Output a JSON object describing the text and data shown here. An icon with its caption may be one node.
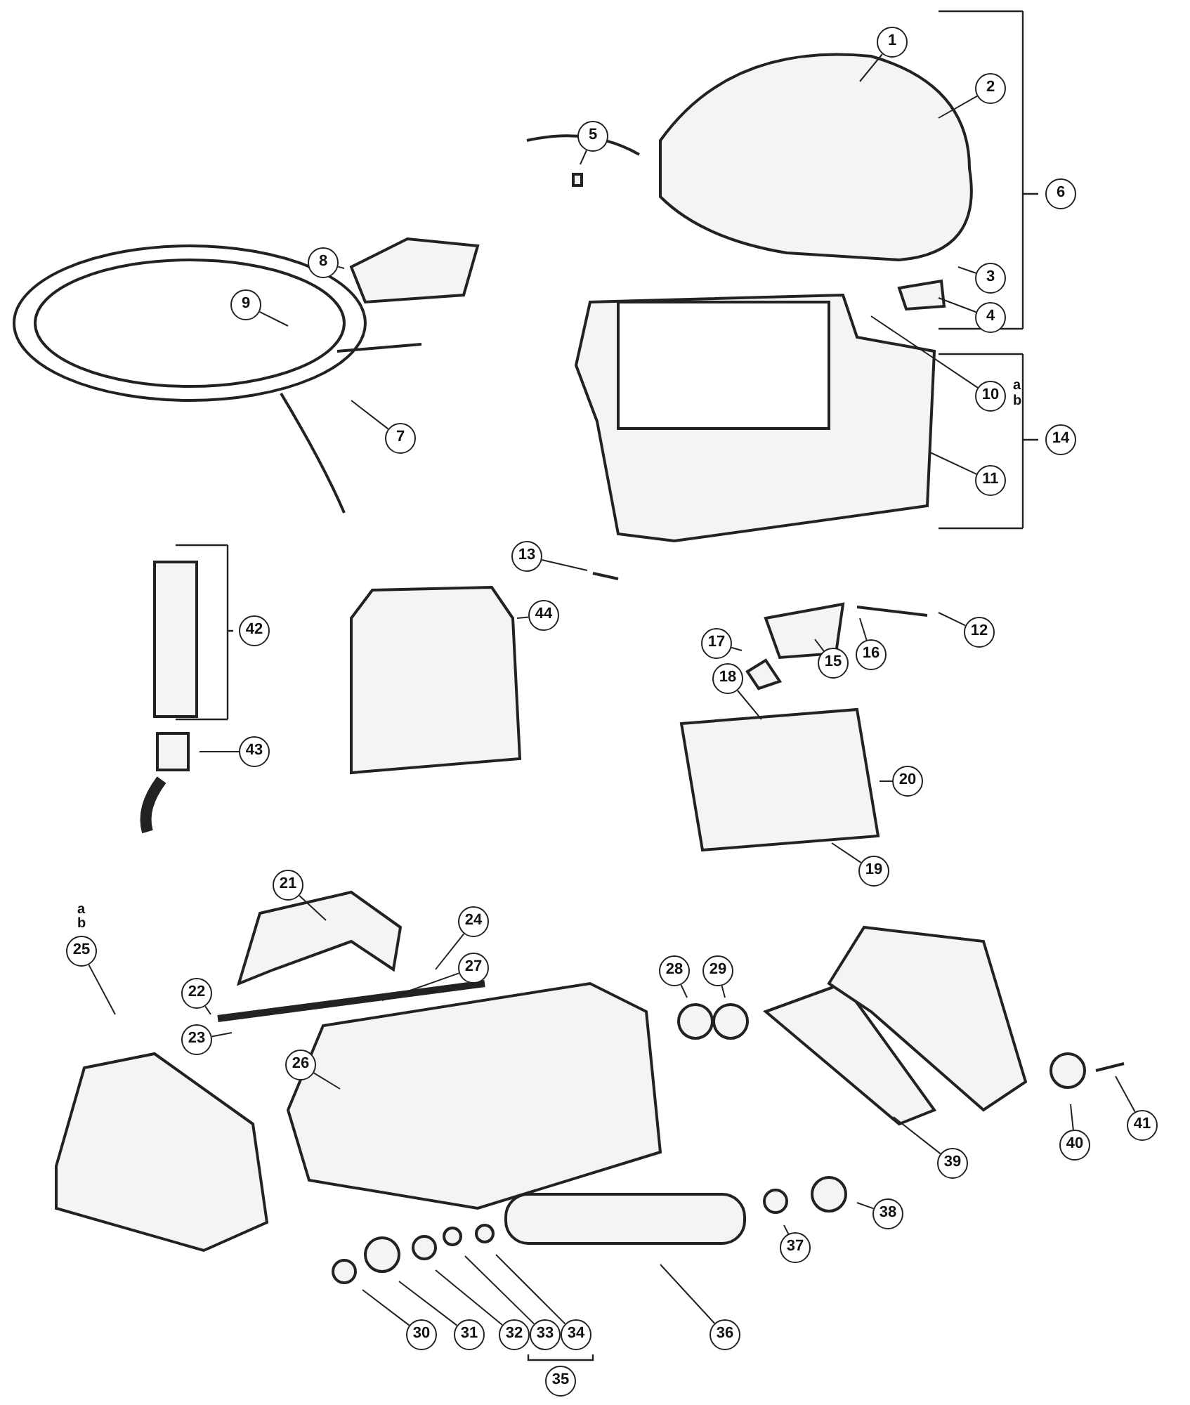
{
  "diagram": {
    "nodes": [
      {
        "text": [
          "1"
        ]
      },
      {
        "text": [
          "2"
        ]
      },
      {
        "text": [
          "3"
        ]
      },
      {
        "text": [
          "4"
        ]
      },
      {
        "text": [
          "5"
        ]
      },
      {
        "text": [
          "6"
        ]
      },
      {
        "text": [
          "7"
        ]
      },
      {
        "text": [
          "8"
        ]
      },
      {
        "text": [
          "9"
        ]
      },
      {
        "text": [
          "10"
        ],
        "beside": [
          "a",
          "b"
        ]
      },
      {
        "text": [
          "11"
        ]
      },
      {
        "text": [
          "12"
        ]
      },
      {
        "text": [
          "13"
        ]
      },
      {
        "text": [
          "14"
        ]
      },
      {
        "text": [
          "15"
        ]
      },
      {
        "text": [
          "16"
        ]
      },
      {
        "text": [
          "17"
        ]
      },
      {
        "text": [
          "18"
        ]
      },
      {
        "text": [
          "19"
        ]
      },
      {
        "text": [
          "20"
        ]
      },
      {
        "text": [
          "21"
        ]
      },
      {
        "text": [
          "22"
        ]
      },
      {
        "text": [
          "23"
        ]
      },
      {
        "text": [
          "24"
        ]
      },
      {
        "text": [
          "25"
        ],
        "beside": [
          "a",
          "b"
        ]
      },
      {
        "text": [
          "26"
        ]
      },
      {
        "text": [
          "27"
        ]
      },
      {
        "text": [
          "28"
        ]
      },
      {
        "text": [
          "29"
        ]
      },
      {
        "text": [
          "30"
        ]
      },
      {
        "text": [
          "31"
        ]
      },
      {
        "text": [
          "32"
        ]
      },
      {
        "text": [
          "33"
        ]
      },
      {
        "text": [
          "34"
        ]
      },
      {
        "text": [
          "35"
        ]
      },
      {
        "text": [
          "36"
        ]
      },
      {
        "text": [
          "37"
        ]
      },
      {
        "text": [
          "38"
        ]
      },
      {
        "text": [
          "39"
        ]
      },
      {
        "text": [
          "40"
        ]
      },
      {
        "text": [
          "41"
        ]
      },
      {
        "text": [
          "42"
        ]
      },
      {
        "text": [
          "43"
        ]
      },
      {
        "text": [
          "44"
        ]
      }
    ],
    "edges": [
      {
        "from": 0,
        "to": null,
        "arrow": "none"
      },
      {
        "from": 1,
        "to": null,
        "arrow": "none"
      },
      {
        "from": 2,
        "to": null,
        "arrow": "none"
      },
      {
        "from": 3,
        "to": null,
        "arrow": "none"
      },
      {
        "from": 4,
        "to": null,
        "arrow": "none"
      },
      {
        "from": 6,
        "to": null,
        "arrow": "none"
      },
      {
        "from": 7,
        "to": null,
        "arrow": "none"
      },
      {
        "from": 8,
        "to": null,
        "arrow": "none"
      },
      {
        "from": 9,
        "to": null,
        "arrow": "none"
      },
      {
        "from": 10,
        "to": null,
        "arrow": "none"
      },
      {
        "from": 11,
        "to": null,
        "arrow": "none"
      },
      {
        "from": 12,
        "to": null,
        "arrow": "none"
      },
      {
        "from": 14,
        "to": null,
        "arrow": "none"
      },
      {
        "from": 15,
        "to": null,
        "arrow": "none"
      },
      {
        "from": 16,
        "to": null,
        "arrow": "none"
      },
      {
        "from": 17,
        "to": null,
        "arrow": "none"
      },
      {
        "from": 18,
        "to": null,
        "arrow": "none"
      },
      {
        "from": 19,
        "to": null,
        "arrow": "none"
      },
      {
        "from": 20,
        "to": null,
        "arrow": "none"
      },
      {
        "from": 21,
        "to": null,
        "arrow": "none"
      },
      {
        "from": 22,
        "to": null,
        "arrow": "none"
      },
      {
        "from": 23,
        "to": null,
        "arrow": "none"
      },
      {
        "from": 24,
        "to": null,
        "arrow": "none"
      },
      {
        "from": 25,
        "to": null,
        "arrow": "none"
      },
      {
        "from": 26,
        "to": null,
        "arrow": "none"
      },
      {
        "from": 27,
        "to": null,
        "arrow": "none"
      },
      {
        "from": 28,
        "to": null,
        "arrow": "none"
      },
      {
        "from": 29,
        "to": null,
        "arrow": "none"
      },
      {
        "from": 30,
        "to": null,
        "arrow": "none"
      },
      {
        "from": 31,
        "to": null,
        "arrow": "none"
      },
      {
        "from": 32,
        "to": null,
        "arrow": "none"
      },
      {
        "from": 33,
        "to": null,
        "arrow": "none"
      },
      {
        "from": 35,
        "to": null,
        "arrow": "none"
      },
      {
        "from": 36,
        "to": null,
        "arrow": "none"
      },
      {
        "from": 37,
        "to": null,
        "arrow": "none"
      },
      {
        "from": 38,
        "to": null,
        "arrow": "none"
      },
      {
        "from": 39,
        "to": null,
        "arrow": "none"
      },
      {
        "from": 40,
        "to": null,
        "arrow": "none"
      },
      {
        "from": 42,
        "to": null,
        "arrow": "none"
      },
      {
        "from": 43,
        "to": null,
        "arrow": "none"
      }
    ]
  }
}
